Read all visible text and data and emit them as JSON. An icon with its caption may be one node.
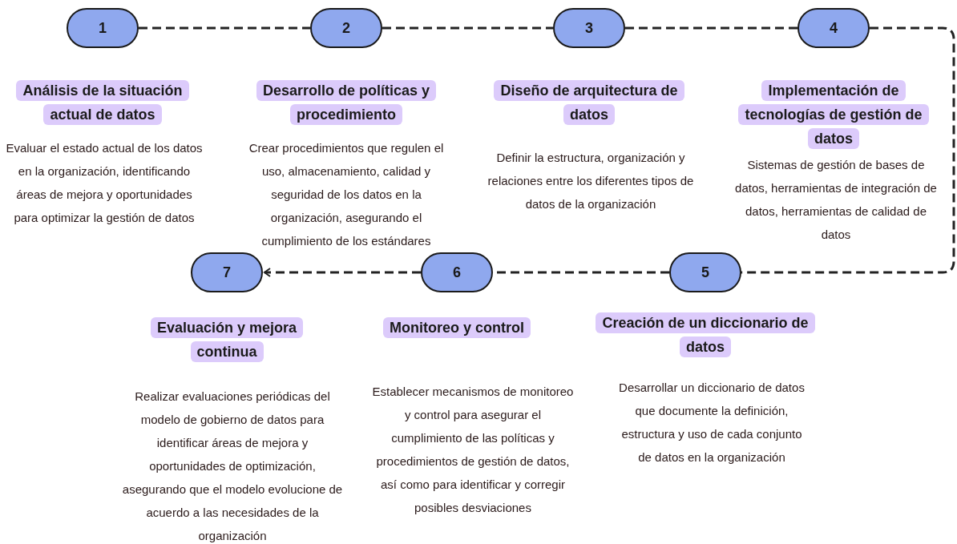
{
  "diagram": {
    "nodes": [
      {
        "text": [
          "1"
        ],
        "beside": [
          "Análisis de la situación actual de datos"
        ]
      },
      {
        "text": [
          "2"
        ],
        "beside": [
          "Desarrollo de políticas y procedimiento"
        ]
      },
      {
        "text": [
          "3"
        ],
        "beside": [
          "Diseño de arquitectura de datos"
        ]
      },
      {
        "text": [
          "4"
        ],
        "beside": [
          "Implementación de tecnologías de gestión de datos"
        ]
      },
      {
        "text": [
          "5"
        ],
        "beside": [
          "Creación de un diccionario de datos"
        ]
      },
      {
        "text": [
          "6"
        ],
        "beside": [
          "Monitoreo y control"
        ]
      },
      {
        "text": [
          "7"
        ],
        "beside": [
          "Evaluación y mejora continua"
        ]
      }
    ],
    "edges": [
      {
        "from": 0,
        "to": 1,
        "arrow": "none",
        "style": "dashed"
      },
      {
        "from": 1,
        "to": 2,
        "arrow": "none",
        "style": "dashed"
      },
      {
        "from": 2,
        "to": 3,
        "arrow": "none",
        "style": "dashed"
      },
      {
        "from": 3,
        "to": 4,
        "arrow": "none",
        "style": "dashed"
      },
      {
        "from": 4,
        "to": 5,
        "arrow": "none",
        "style": "dashed"
      },
      {
        "from": 5,
        "to": 6,
        "arrow": "to",
        "style": "dashed"
      }
    ],
    "labels": [
      "Evaluar el estado actual de los datos en la organización, identificando áreas de mejora y oportunidades para optimizar la gestión de datos",
      "Crear procedimientos que regulen el uso, almacenamiento, calidad y seguridad de los datos en la organización, asegurando el cumplimiento de los estándares",
      "Definir la estructura, organización y relaciones entre los diferentes tipos de datos de la organización",
      "Sistemas de gestión de bases de datos, herramientas de integración de datos, herramientas de calidad de datos",
      "Realizar evaluaciones periódicas del modelo de gobierno de datos para identificar áreas de mejora y oportunidades de optimización, asegurando que el modelo evolucione de acuerdo a las necesidades de la organización",
      "Establecer mecanismos de monitoreo y control para asegurar el cumplimiento de las políticas y procedimientos de gestión de datos, así como para identificar y corregir posibles desviaciones",
      "Desarrollar un diccionario de datos que documente la definición, estructura y uso de cada conjunto de datos en la organización"
    ]
  }
}
